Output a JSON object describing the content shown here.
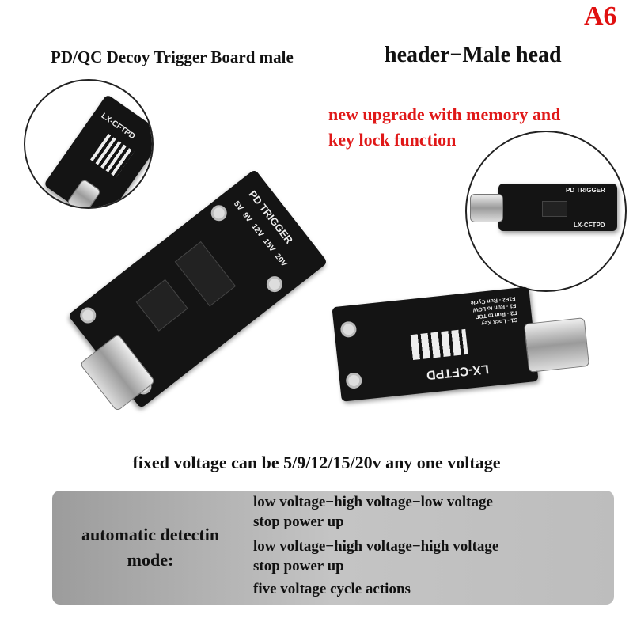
{
  "badge": "A6",
  "title": {
    "part1": "PD/QC Decoy Trigger Board male",
    "part2": "header−Male head"
  },
  "upgrade_note": {
    "line1": "new upgrade with memory and",
    "line2": "key lock function"
  },
  "board_labels": {
    "model": "LX-CFTPD",
    "name": "PD TRIGGER",
    "voltages": [
      "5V",
      "9V",
      "12V",
      "15V",
      "20V"
    ],
    "back_notes": [
      "S1 - Lock Key",
      "F2 - Run to TOP",
      "F1 - Run to LOW",
      "F1F2 - Run Cycle"
    ]
  },
  "fixed_voltage": "fixed voltage can be 5/9/12/15/20v any one voltage",
  "mode": {
    "label_line1": "automatic detectin",
    "label_line2": "mode:",
    "items": [
      "low voltage−high voltage−low voltage",
      "stop power up",
      "low voltage−high voltage−high voltage",
      "stop power up",
      "five voltage cycle actions"
    ]
  },
  "colors": {
    "accent_red": "#e01818",
    "pcb": "#141414",
    "panel_gray": "#b0b0b0"
  }
}
